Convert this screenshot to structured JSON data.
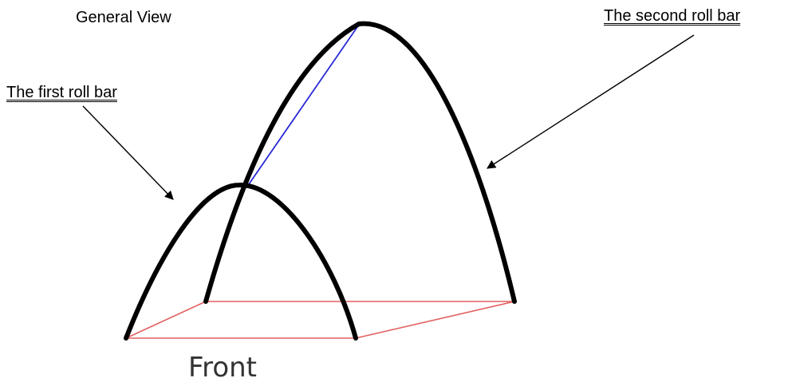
{
  "diagram": {
    "title": "General View",
    "labels": {
      "first_roll_bar": "The first roll bar",
      "second_roll_bar": "The second roll bar",
      "front": "Front"
    },
    "colors": {
      "roll_bar": "#000000",
      "base_outline": "#e26060",
      "connector": "#2a2ad6",
      "arrow": "#000000",
      "text": "#000000"
    }
  }
}
